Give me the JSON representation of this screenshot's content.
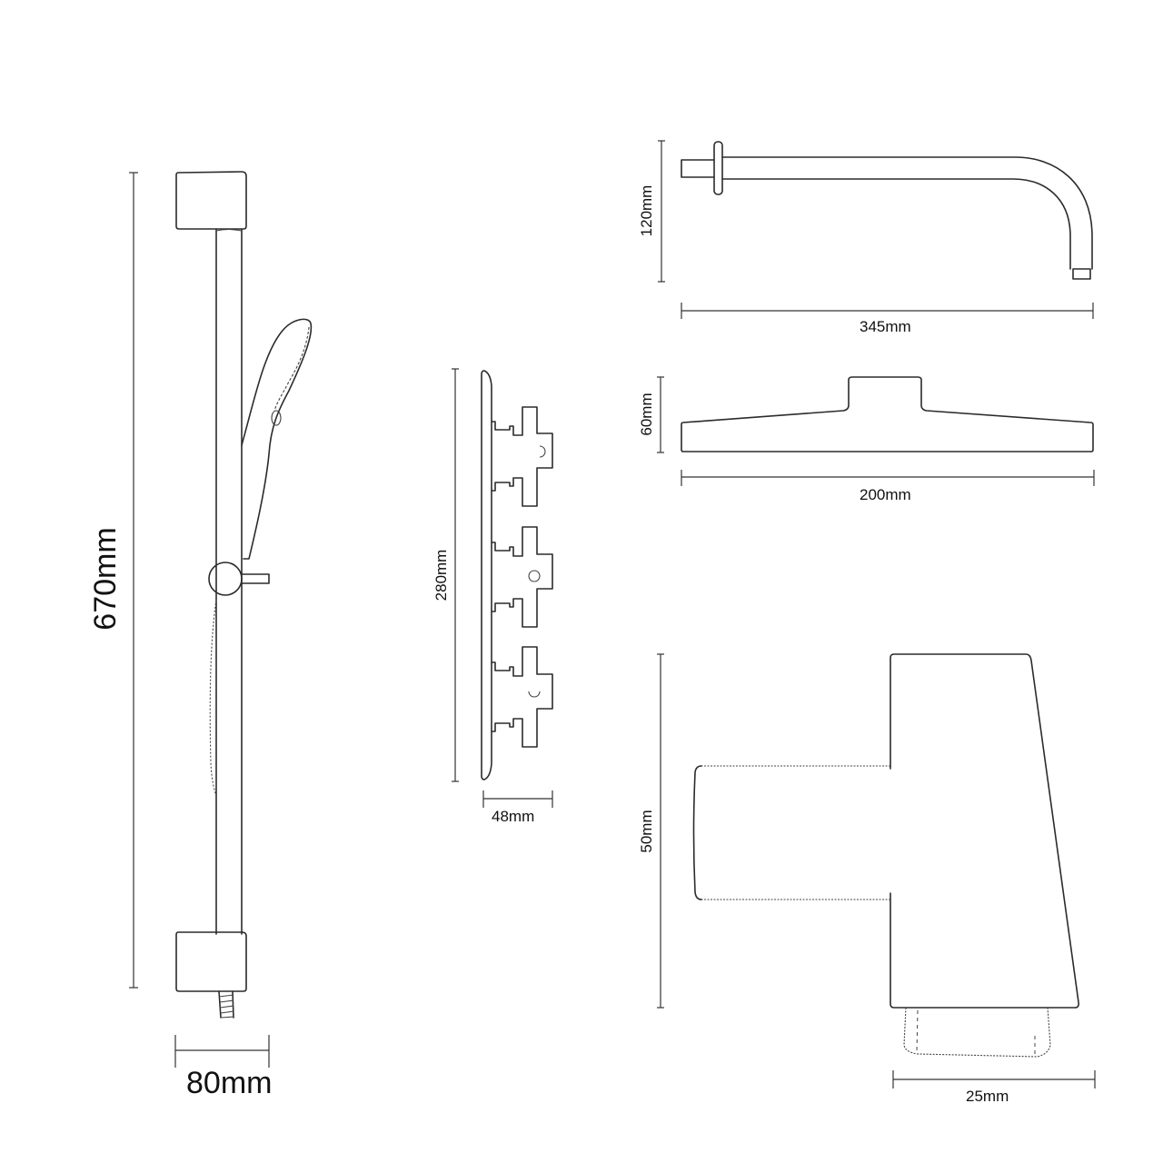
{
  "drawing": {
    "stroke_color": "#2b2b2b",
    "background": "#ffffff",
    "components": [
      {
        "id": "slide-rail",
        "name": "Slide rail with hand shower",
        "dimensions": {
          "height": "670mm",
          "width": "80mm"
        }
      },
      {
        "id": "wall-arm",
        "name": "Wall shower arm",
        "dimensions": {
          "height": "120mm",
          "length": "345mm"
        }
      },
      {
        "id": "shower-head",
        "name": "Overhead shower head (side profile)",
        "dimensions": {
          "height": "60mm",
          "width": "200mm"
        }
      },
      {
        "id": "valve-plate",
        "name": "Triple valve plate with cross handles",
        "dimensions": {
          "height": "280mm",
          "depth": "48mm"
        }
      },
      {
        "id": "spout",
        "name": "Threaded outlet / spout",
        "dimensions": {
          "height": "50mm",
          "width": "25mm"
        }
      }
    ]
  },
  "labels": {
    "rail_height": "670mm",
    "rail_width": "80mm",
    "arm_height": "120mm",
    "arm_length": "345mm",
    "head_height": "60mm",
    "head_width": "200mm",
    "valve_height": "280mm",
    "valve_depth": "48mm",
    "spout_height": "50mm",
    "spout_width": "25mm"
  }
}
